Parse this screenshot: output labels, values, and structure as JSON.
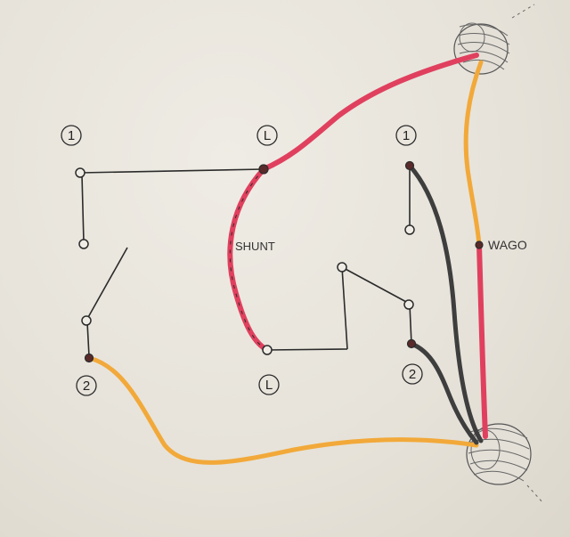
{
  "diagram": {
    "labels": {
      "shunt": "SHUNT",
      "wago": "WAGO"
    },
    "left_switch": {
      "terminal_1": "1",
      "terminal_common": "L",
      "terminal_2": "2"
    },
    "right_switch": {
      "terminal_1": "1",
      "terminal_common": "L",
      "terminal_2": "2"
    },
    "colors": {
      "line": "#e0405e",
      "traveler": "#f2a93a",
      "neutral_black": "#3e3e3e",
      "pen": "#2b2b2b"
    }
  }
}
